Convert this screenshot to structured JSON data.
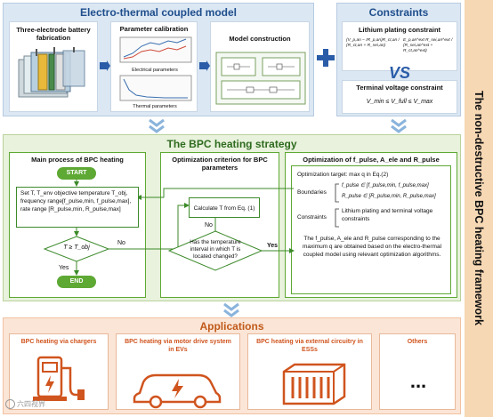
{
  "sidebar": {
    "title": "The non-destructive BPC heating framework"
  },
  "model_panel": {
    "title": "Electro-thermal coupled model",
    "card1_title": "Three-electrode battery fabrication",
    "card2_title": "Parameter calibration",
    "card2_label_top": "Electrical parameters",
    "card2_label_bottom": "Thermal parameters",
    "card3_title": "Model construction"
  },
  "constraints_panel": {
    "title": "Constraints",
    "lithium_title": "Lithium plating constraint",
    "lithium_lhs": "(V_p,an − IR_p,an)R_ct,an / (R_ct,an + R_sei,an)",
    "lithium_rhs": "E_p,an^ext R_sei,an^ext / (R_sei,an^ext + R_ct,an^ext)",
    "vs": "VS",
    "terminal_title": "Terminal voltage constraint",
    "terminal_eq": "V_min ≤ V_full ≤ V_max"
  },
  "strategy_panel": {
    "title": "The BPC heating strategy",
    "main_title": "Main process of BPC heating",
    "start": "START",
    "set_box": "Set T, T_env objective temperature T_obj, frequency range[f_pulse,min, f_pulse,max], rate range [R_pulse,min, R_pulse,max]",
    "decision_left": "T ≥ T_obj",
    "no_label": "No",
    "yes_label_left": "Yes",
    "end": "END",
    "criterion_title": "Optimization criterion for BPC parameters",
    "calc_box": "Calculate T from Eq. (1)",
    "no_label_mid": "No",
    "decision_mid": "Has the temperature interval in which T is located changed?",
    "yes_label_mid": "Yes",
    "opt_title": "Optimization of f_pulse, A_ele and R_pulse",
    "opt_target": "Optimization target: max q in Eq.(2)",
    "boundaries_label": "Boundaries",
    "boundary1": "f_pulse ∈ [f_pulse,min, f_pulse,max]",
    "boundary2": "R_pulse ∈ [R_pulse,min, R_pulse,max]",
    "constraints_label": "Constraints",
    "constraints_text": "Lithium plating and terminal voltage constraints",
    "opt_desc": "The f_pulse, A_ele and R_pulse corresponding to the maximum q are obtained based on the electro-thermal coupled model using relevant optimization algorithms."
  },
  "applications_panel": {
    "title": "Applications",
    "items": [
      {
        "label": "BPC heating via chargers",
        "icon": "charger-icon"
      },
      {
        "label": "BPC heating via motor drive system in EVs",
        "icon": "car-icon"
      },
      {
        "label": "BPC heating via external circuitry in ESSs",
        "icon": "container-icon"
      },
      {
        "label": "Others",
        "icon": "ellipsis-icon"
      }
    ],
    "ellipsis": "..."
  },
  "watermark": "六四视界",
  "colors": {
    "blue_title": "#1f4e8c",
    "green_accent": "#5ea834",
    "orange_accent": "#d0541e"
  }
}
